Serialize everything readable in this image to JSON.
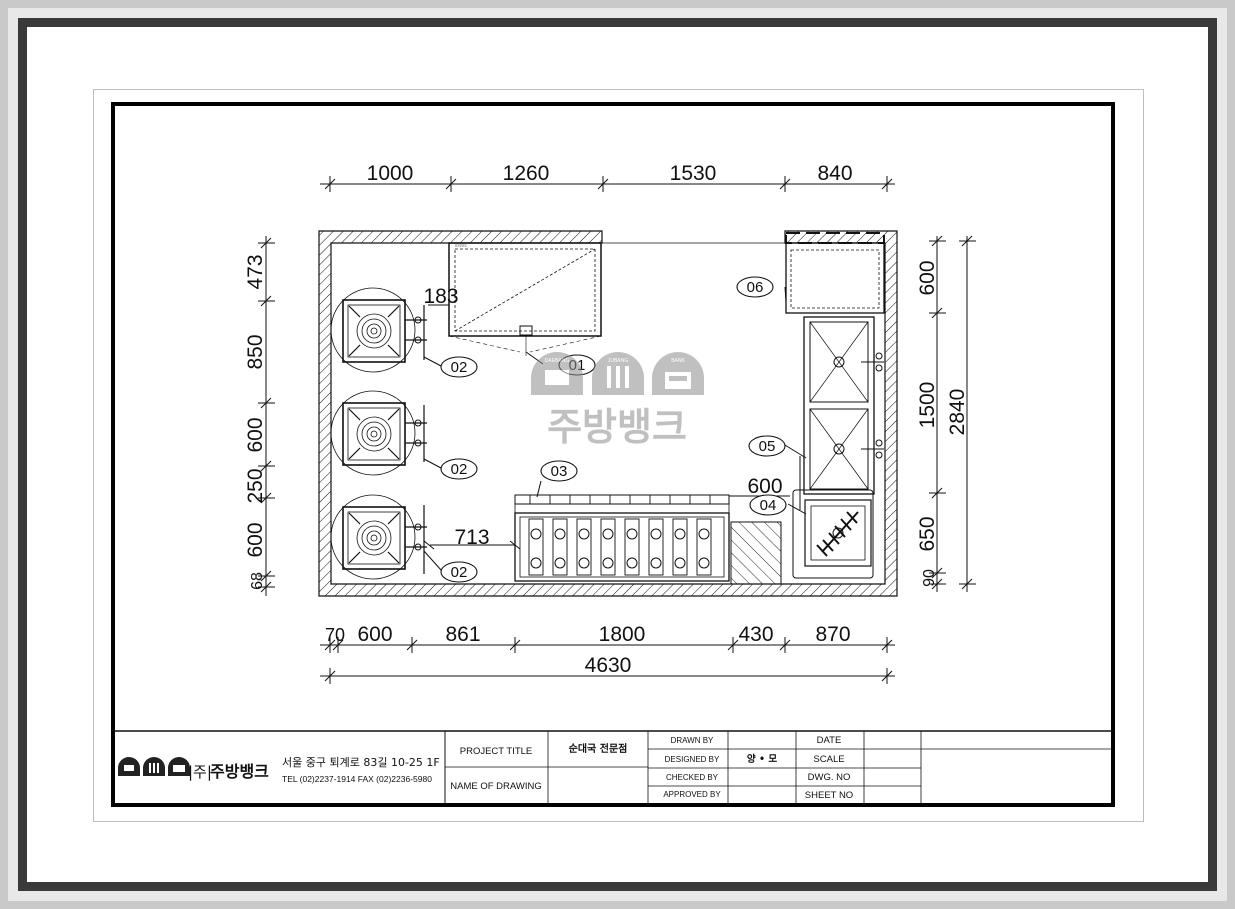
{
  "drawing": {
    "dims_top": [
      "1000",
      "1260",
      "1530",
      "840"
    ],
    "dims_bottom": [
      "70",
      "600",
      "861",
      "1800",
      "430",
      "870"
    ],
    "dim_total_width": "4630",
    "dims_left": [
      "473",
      "850",
      "600",
      "250",
      "600",
      "68"
    ],
    "dims_right": [
      "600",
      "1500",
      "650",
      "90"
    ],
    "dim_total_height": "2840",
    "dims_inner": [
      "183",
      "713",
      "600"
    ],
    "tags": [
      "01",
      "02",
      "02",
      "02",
      "03",
      "04",
      "05",
      "06"
    ]
  },
  "watermark": {
    "text": "주방뱅크",
    "icon_labels": [
      "DAEBANG",
      "JUBANG",
      "BANK"
    ]
  },
  "title_block": {
    "company_bracket": "|주|",
    "company_name": "주방뱅크",
    "address": "서울 중구 퇴계로 83길 10-25 1F",
    "contact": "TEL (02)2237-1914 FAX (02)2236-5980",
    "project_title_label": "PROJECT TITLE",
    "project_title_value": "순대국 전문점",
    "name_of_drawing_label": "NAME OF DRAWING",
    "drawn_by_label": "DRAWN BY",
    "designed_by_label": "DESIGNED BY",
    "designed_by_value": "양 • 모",
    "checked_by_label": "CHECKED BY",
    "approved_by_label": "APPROVED BY",
    "date_label": "DATE",
    "scale_label": "SCALE",
    "dwg_no_label": "DWG. NO",
    "sheet_no_label": "SHEET NO"
  },
  "colors": {
    "line": "#111111",
    "watermark": "#9a9a9a",
    "frame_dark": "#3a3a3a"
  }
}
